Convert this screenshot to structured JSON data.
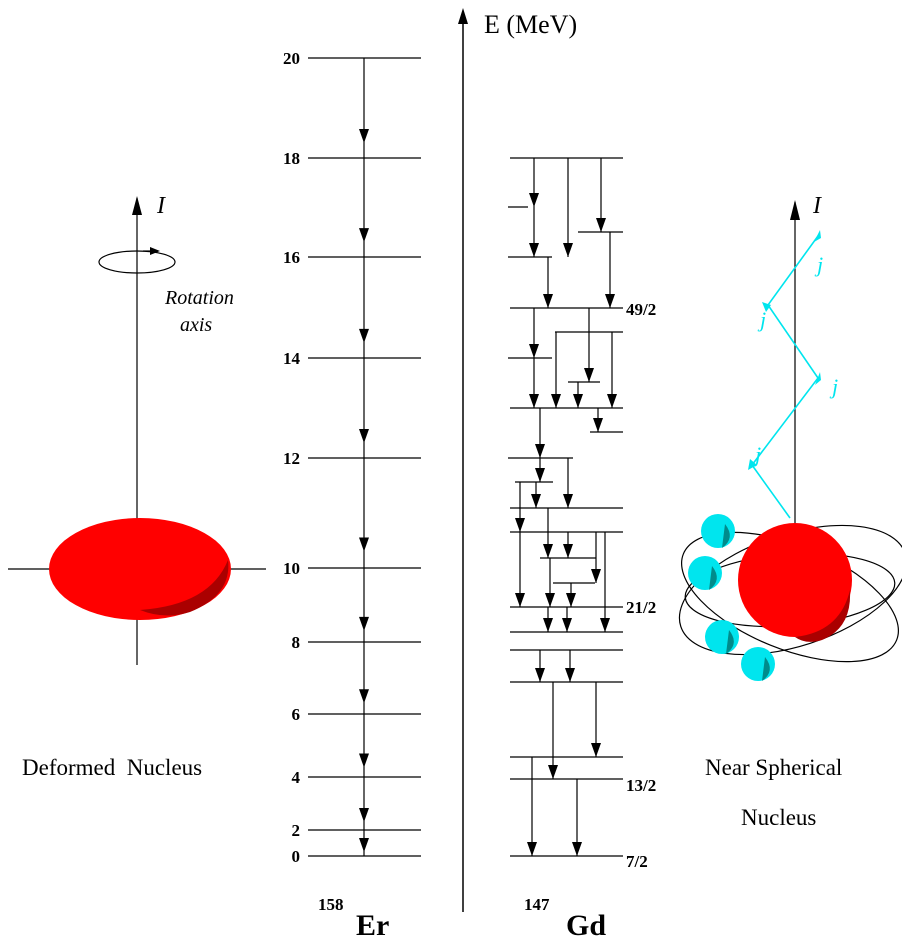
{
  "energy_axis_label": "E (MeV)",
  "er": {
    "mass_number": "158",
    "symbol": "Er",
    "levels": [
      {
        "label": "20"
      },
      {
        "label": "18"
      },
      {
        "label": "16"
      },
      {
        "label": "14"
      },
      {
        "label": "12"
      },
      {
        "label": "10"
      },
      {
        "label": "8"
      },
      {
        "label": "6"
      },
      {
        "label": "4"
      },
      {
        "label": "2"
      },
      {
        "label": "0"
      }
    ]
  },
  "gd": {
    "mass_number": "147",
    "symbol": "Gd",
    "spin_labels": [
      "49/2",
      "21/2",
      "13/2",
      "7/2"
    ]
  },
  "left_panel": {
    "spin_symbol": "I",
    "rotation_label_line1": "Rotation",
    "rotation_label_line2": "axis",
    "caption": "Deformed  Nucleus"
  },
  "right_panel": {
    "spin_symbol": "I",
    "j_symbol": "j",
    "caption_line1": "Near Spherical",
    "caption_line2": "Nucleus"
  },
  "colors": {
    "nucleus_red": "#ff0000",
    "nucleus_shadow": "#aa0000",
    "nucleon_cyan": "#00e5ee",
    "line": "#000000"
  }
}
